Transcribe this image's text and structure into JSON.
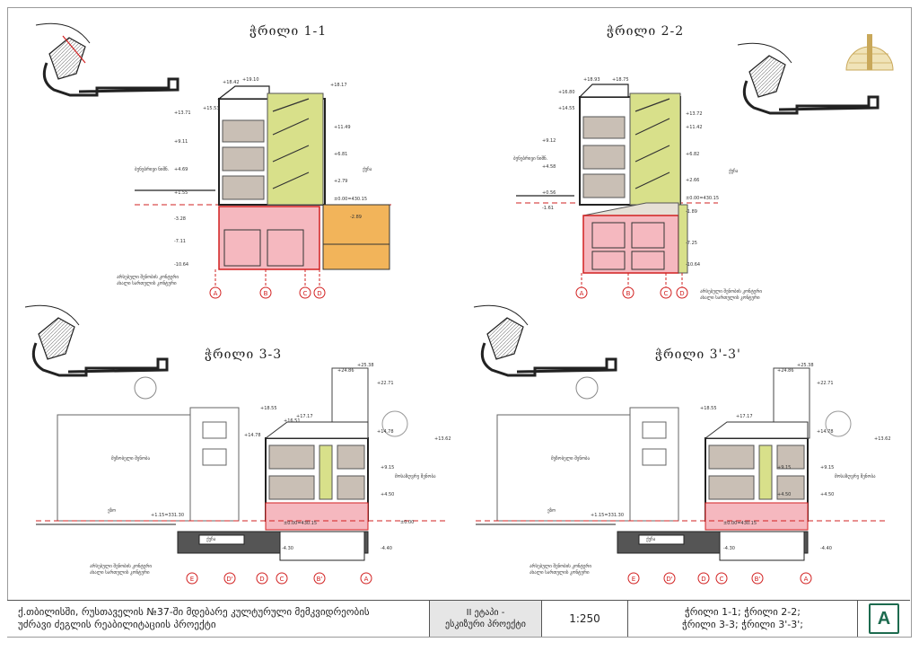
{
  "sections": [
    {
      "title": "ჭრილი 1-1"
    },
    {
      "title": "ჭრილი 2-2"
    },
    {
      "title": "ჭრილი 3-3"
    },
    {
      "title": "ჭრილი 3'-3'"
    }
  ],
  "grid_axes_1": [
    "A",
    "B",
    "C",
    "D"
  ],
  "grid_axes_2": [
    "A",
    "B",
    "C",
    "D"
  ],
  "grid_axes_3": [
    "E",
    "D'",
    "D",
    "C",
    "B'",
    "A"
  ],
  "grid_axes_4": [
    "E",
    "D'",
    "D",
    "C",
    "B'",
    "A"
  ],
  "levels_1": [
    "+18.42",
    "+19.10",
    "+18.17",
    "+15.53",
    "+13.71",
    "+11.49",
    "+9.11",
    "+6.81",
    "+4.69",
    "+2.79",
    "+1.55",
    "±0.00=430.15",
    "-3.28",
    "-2.89",
    "-7.11",
    "-10.64"
  ],
  "levels_2": [
    "+18.93",
    "+18.75",
    "+16.80",
    "+14.55",
    "+13.72",
    "+11.42",
    "+9.12",
    "+6.82",
    "+4.58",
    "+2.66",
    "+0.56",
    "±0.00=430.15",
    "-1.61",
    "-1.89",
    "-7.25",
    "-10.64"
  ],
  "levels_3": [
    "+25.38",
    "+24.86",
    "+22.71",
    "+18.55",
    "+17.17",
    "+16.51",
    "+14.78",
    "+14.78",
    "+13.62",
    "+9.15",
    "+4.50",
    "+1.15=331.30",
    "±0.00=430.15",
    "±0.00",
    "-4.30",
    "-4.40"
  ],
  "levels_4": [
    "+25.38",
    "+24.86",
    "+22.71",
    "+18.55",
    "+17.17",
    "+14.78",
    "+13.62",
    "+9.15",
    "+9.15",
    "+4.50",
    "+4.50",
    "+1.15=331.30",
    "±0.00=430.15",
    "-4.30",
    "-4.40"
  ],
  "notes": {
    "street": "ქუჩა",
    "ground": "ბუნებრივი ნიშნ.",
    "existing_building": "მოსაზღვრე შენობა",
    "neighbour": "მეზობელი შენობა",
    "yard": "ეზო",
    "legend_line1": "არსებული შენობის კონტური",
    "legend_line2": "ახალი სართულის კონტური"
  },
  "title_block": {
    "project_line1": "ქ.თბილისში, რუსთაველის №37-ში მდებარე კულტურული მემკვიდრეობის",
    "project_line2": "უძრავი ძეგლის რეაბილიტაციის პროექტი",
    "stage_line1": "II ეტაპი -",
    "stage_line2": "ესკიზური პროექტი",
    "scale": "1:250",
    "sheet_line1": "ჭრილი 1-1; ჭრილი 2-2;",
    "sheet_line2": "ჭრილი 3-3; ჭრილი 3'-3';",
    "logo": "A"
  },
  "colors": {
    "stair_yellow": "#d8e08a",
    "basement_pink": "#f5b8bf",
    "annex_orange": "#f2b45a",
    "floor_grey": "#c9bfb5",
    "cut_red": "#d22020",
    "logo_green": "#1d6b4f"
  }
}
